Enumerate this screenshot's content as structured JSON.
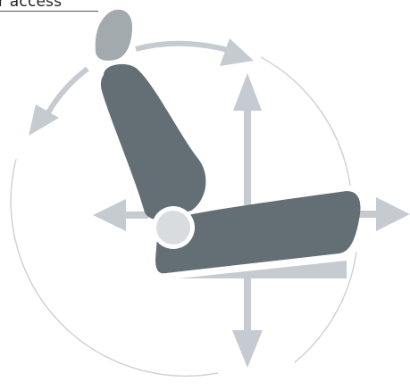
{
  "callout": {
    "label": "r access"
  },
  "colors": {
    "seat_dark": "#646e75",
    "headrest": "#a2aaae",
    "arrow": "#c5cbd0",
    "circle_line": "#cfd3d6",
    "hinge_fill": "#d8dcdf",
    "callout_line": "#555555"
  },
  "icons": {
    "seat": "car-seat-icon",
    "arrows": [
      "backrest-tilt-arrows",
      "height-arrows",
      "fore-aft-arrows"
    ]
  }
}
